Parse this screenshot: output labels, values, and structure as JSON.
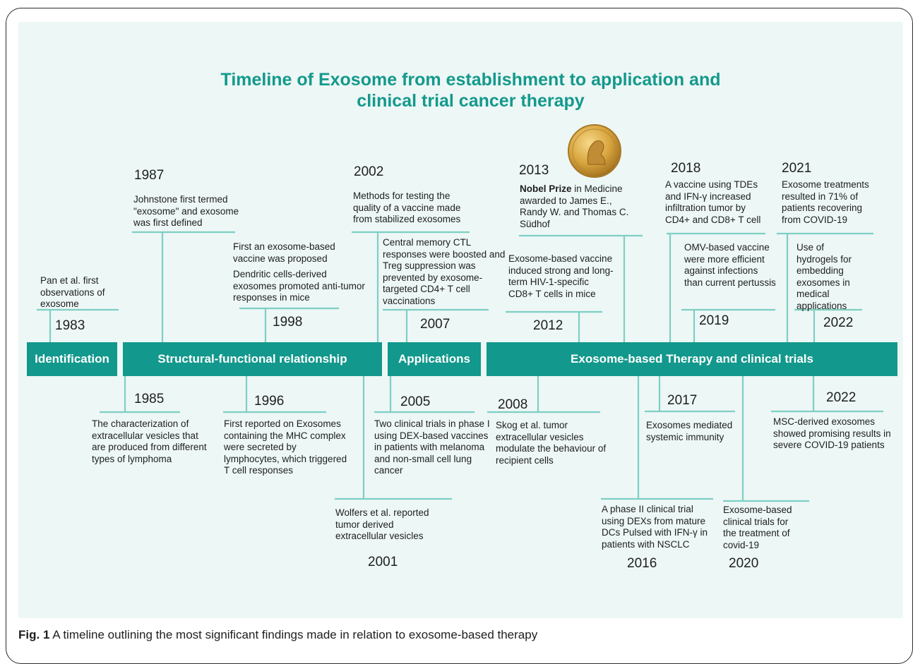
{
  "figure": {
    "title_line1": "Timeline of Exosome from establishment to application and",
    "title_line2": "clinical trial cancer therapy",
    "caption_label": "Fig. 1",
    "caption_text": "A timeline outlining the most significant findings made in relation to exosome-based therapy"
  },
  "colors": {
    "teal": "#12988c",
    "line": "#7ecfc4",
    "title": "#14998c",
    "panel": "#edf7f6"
  },
  "phases": [
    {
      "label": "Identification"
    },
    {
      "label": "Structural-functional relationship"
    },
    {
      "label": "Applications"
    },
    {
      "label": "Exosome-based Therapy and clinical trials"
    }
  ],
  "events_top": [
    {
      "year": "1983",
      "text": "Pan et al. first observations of exosome"
    },
    {
      "year": "1987",
      "text": "Johnstone first termed \"exosome\" and exosome was first defined"
    },
    {
      "year": "1998",
      "text1": "First  an exosome-based vaccine was proposed",
      "text2": "Dendritic cells-derived exosomes promoted anti-tumor responses in mice"
    },
    {
      "year": "2002",
      "text": "Methods for testing the quality of a vaccine made from stabilized exosomes"
    },
    {
      "year": "2007",
      "text": "Central memory CTL responses were boosted and Treg suppression was prevented by exosome-targeted CD4+ T cell vaccinations"
    },
    {
      "year": "2012",
      "text": "Exosome-based vaccine induced strong and long-term HIV-1-specific CD8+ T cells in mice"
    },
    {
      "year": "2013",
      "bold": "Nobel Prize",
      "text": " in Medicine awarded to James E., Randy W. and Thomas C. Südhof"
    },
    {
      "year": "2018",
      "text": "A vaccine using TDEs and IFN-γ increased infiltration tumor by CD4+ and CD8+ T cell"
    },
    {
      "year": "2019",
      "text": "OMV-based vaccine were more efficient against infections than current pertussis"
    },
    {
      "year": "2021",
      "text": "Exosome treatments resulted in 71% of patients recovering from COVID-19"
    },
    {
      "year": "2022",
      "text": "Use of hydrogels for embedding exosomes in medical applications"
    }
  ],
  "events_bottom": [
    {
      "year": "1985",
      "text": "The characterization of extracellular vesicles that are produced from different types of lymphoma"
    },
    {
      "year": "1996",
      "text": "First reported on Exosomes containing the MHC complex were secreted by lymphocytes, which triggered T cell responses"
    },
    {
      "year": "2001",
      "text": "Wolfers et al. reported tumor derived extracellular vesicles"
    },
    {
      "year": "2005",
      "text": "Two clinical trials in phase I using DEX-based vaccines in patients with melanoma and non-small cell lung cancer"
    },
    {
      "year": "2008",
      "text": "Skog et al. tumor extracellular vesicles modulate the behaviour of recipient cells"
    },
    {
      "year": "2016",
      "text": "A phase II clinical trial using DEXs from mature DCs Pulsed with IFN-γ in patients with NSCLC"
    },
    {
      "year": "2017",
      "text": "Exosomes mediated systemic immunity"
    },
    {
      "year": "2020",
      "text": "Exosome-based clinical trials for the treatment of covid-19"
    },
    {
      "year": "2022",
      "text": "MSC-derived exosomes showed promising results in severe COVID-19 patients"
    }
  ]
}
